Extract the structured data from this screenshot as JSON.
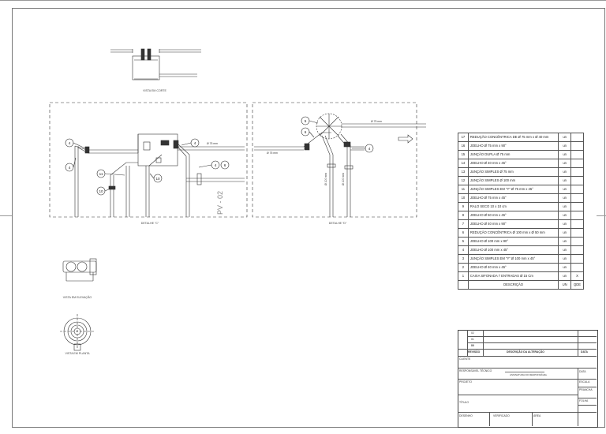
{
  "views": {
    "corte": "VISTA EM CORTE",
    "detalhe_c": "DETALHE \"C\"",
    "detalhe_d": "DETALHE \"D\"",
    "elevacao": "VISTA EM ELEVAÇÃO",
    "planta": "VISTA EM PLANTA"
  },
  "pipe_tag": "PV - 02",
  "dims": {
    "d75a": "Ø 75 mm",
    "d75b": "Ø 75 mm",
    "d75c": "Ø 75 mm",
    "d100a": "Ø 100 mm",
    "d100b": "Ø 100 mm"
  },
  "callouts": {
    "c4a": "4",
    "c4b": "4",
    "c4c": "4",
    "c4d": "4",
    "c4e": "4",
    "c6": "6",
    "c11": "11",
    "c10a": "10",
    "c10b": "10",
    "c5": "5",
    "c6b": "6",
    "c4f": "4"
  },
  "materials": {
    "rows": [
      {
        "n": "17",
        "desc": "REDUÇÃO CONCÊNTRICA DE Ø 75 mm x Ø 40 mm",
        "un": "un",
        "qty": ""
      },
      {
        "n": "16",
        "desc": "JOELHO Ø 75 mm x 90°",
        "un": "un",
        "qty": ""
      },
      {
        "n": "15",
        "desc": "JUNÇÃO DUPLA Ø 75 mm",
        "un": "un",
        "qty": ""
      },
      {
        "n": "14",
        "desc": "JOELHO Ø 40 mm x 45°",
        "un": "un",
        "qty": ""
      },
      {
        "n": "13",
        "desc": "JUNÇÃO SIMPLES Ø 75 mm",
        "un": "un",
        "qty": ""
      },
      {
        "n": "12",
        "desc": "JUNÇÃO SIMPLES Ø 100 mm",
        "un": "un",
        "qty": ""
      },
      {
        "n": "11",
        "desc": "JUNÇÃO SIMPLES EM \"Y\" Ø 75 mm x 45°",
        "un": "un",
        "qty": ""
      },
      {
        "n": "10",
        "desc": "JOELHO Ø 75 mm x 45°",
        "un": "un",
        "qty": ""
      },
      {
        "n": "9",
        "desc": "RALO SECO 10 x 10 cm",
        "un": "un",
        "qty": ""
      },
      {
        "n": "8",
        "desc": "JOELHO Ø 50 mm x 45°",
        "un": "un",
        "qty": ""
      },
      {
        "n": "7",
        "desc": "JOELHO Ø 40 mm x 90°",
        "un": "un",
        "qty": ""
      },
      {
        "n": "6",
        "desc": "REDUÇÃO CONCÊNTRICA Ø 100 mm x Ø 50 mm",
        "un": "un",
        "qty": ""
      },
      {
        "n": "5",
        "desc": "JOELHO Ø 100 mm x 90°",
        "un": "un",
        "qty": ""
      },
      {
        "n": "4",
        "desc": "JOELHO Ø 100 mm x 45°",
        "un": "un",
        "qty": ""
      },
      {
        "n": "3",
        "desc": "JUNÇÃO SIMPLES EM \"Y\" Ø 100 mm x 45°",
        "un": "un",
        "qty": ""
      },
      {
        "n": "2",
        "desc": "JOELHO Ø 40 mm x 45°",
        "un": "un",
        "qty": ""
      },
      {
        "n": "1",
        "desc": "CAIXA SIFONADA 7 ENTRADAS Ø 15 Cm",
        "un": "un",
        "qty": "X"
      }
    ],
    "header": {
      "desc": "DESCRIÇÃO",
      "un": "UN",
      "qty": "QDE"
    }
  },
  "title_block": {
    "rev_rows": [
      "02",
      "01",
      "00"
    ],
    "rev_header": {
      "rev": "REVISÃO",
      "desc": "DESCRIÇÃO DA ALTERAÇÃO",
      "date": "DATA"
    },
    "fields": {
      "cliente": "CLIENTE",
      "resp": "RESPONSÁVEL TÉCNICO",
      "sign": "ASSINATURA DO RESPONSÁVEL",
      "projeto": "PROJETO",
      "titulo": "TÍTULO",
      "desenho": "DESENHO",
      "verificado": "VERIFICADO",
      "aprovacao": "ÁREA",
      "data": "DATA",
      "escala": "ESCALA",
      "prancha": "PRANCHA",
      "folha": "FOLHA"
    }
  }
}
